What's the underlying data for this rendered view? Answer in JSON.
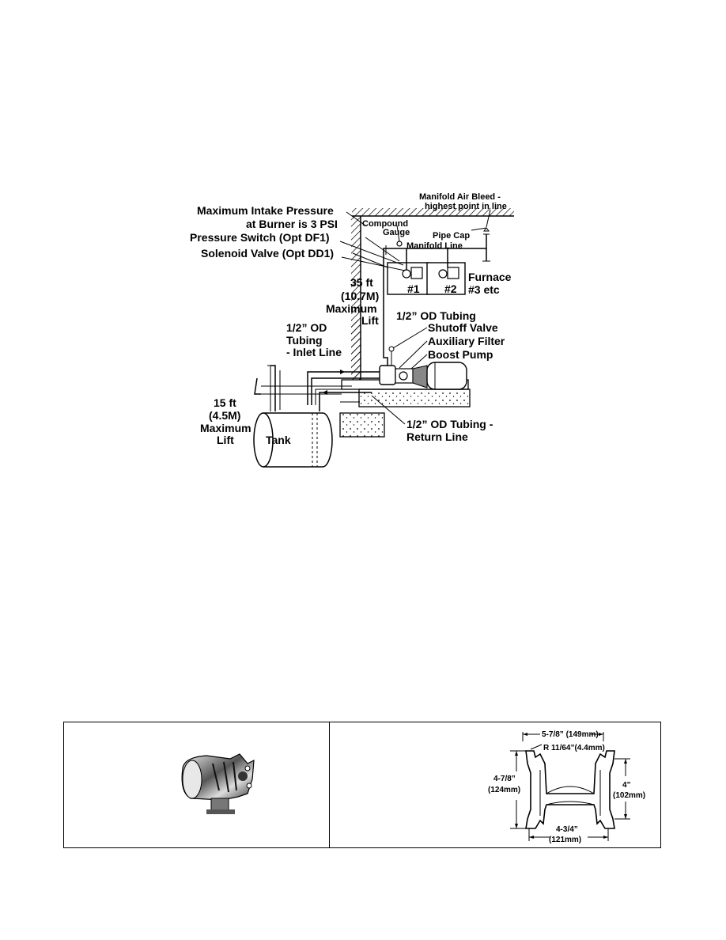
{
  "labels": {
    "manifold_air_bleed_1": "Manifold Air Bleed -",
    "manifold_air_bleed_2": "highest point in line",
    "max_intake_1": "Maximum Intake Pressure",
    "max_intake_2": "at Burner is 3 PSI",
    "compound_gauge_1": "Compound",
    "compound_gauge_2": "Gauge",
    "pipe_cap": "Pipe Cap",
    "manifold_line": "Manifold Line",
    "pressure_switch": "Pressure Switch (Opt DF1)",
    "solenoid_valve": "Solenoid Valve (Opt DD1)",
    "furnace_1": "#1",
    "furnace_2": "#2",
    "furnace_label": "Furnace",
    "furnace_etc": "#3 etc",
    "lift35_1": "35 ft",
    "lift35_2": "(10.7M)",
    "lift35_3": "Maximum",
    "lift35_4": "Lift",
    "od_tubing": "1/2” OD Tubing",
    "shutoff_valve": "Shutoff Valve",
    "aux_filter": "Auxiliary Filter",
    "boost_pump": "Boost Pump",
    "inlet_1": "1/2” OD",
    "inlet_2": "Tubing",
    "inlet_3": "- Inlet Line",
    "lift15_1": "15 ft",
    "lift15_2": "(4.5M)",
    "lift15_3": "Maximum",
    "lift15_4": "Lift",
    "tank": "Tank",
    "return_1": "1/2” OD Tubing -",
    "return_2": "Return Line"
  },
  "dimensions": {
    "width_top": "5-7/8” (149mm)",
    "radius": "R 11/64”(4.4mm)",
    "height_left_1": "4-7/8”",
    "height_left_2": "(124mm)",
    "height_right_1": "4”",
    "height_right_2": "(102mm)",
    "width_bottom_1": "4-3/4”",
    "width_bottom_2": "(121mm)"
  }
}
